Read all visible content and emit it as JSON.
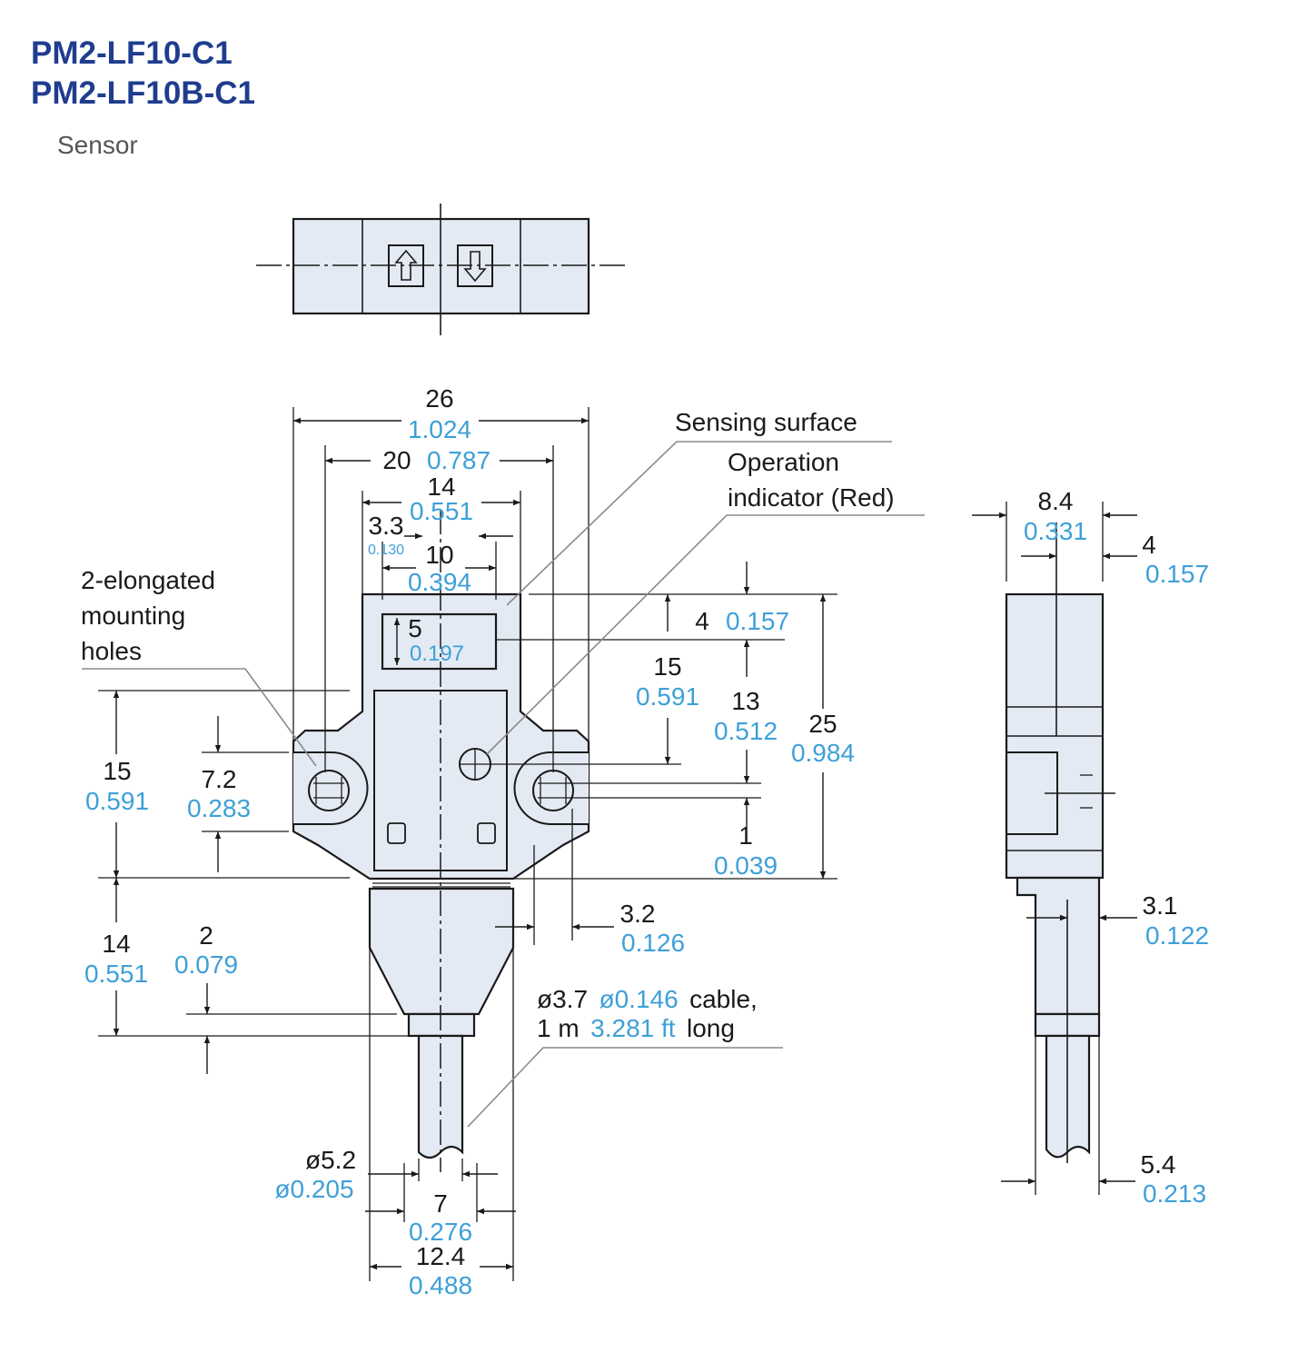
{
  "header": {
    "model_1": "PM2-LF10-C1",
    "model_2": "PM2-LF10B-C1",
    "subtitle": "Sensor"
  },
  "colors": {
    "title": "#1f3d8f",
    "inch_values": "#3ea0d8",
    "body_fill": "#e4eaf3",
    "leader_lines": "#8a8a8a"
  },
  "labels": {
    "sensing_surface": "Sensing surface",
    "operation_line1": "Operation",
    "operation_line2": "indicator (Red)",
    "holes_line1": "2-elongated",
    "holes_line2": "mounting",
    "holes_line3": "holes",
    "cable_line1_a": "ø3.7",
    "cable_line1_b": "ø0.146",
    "cable_line1_c": "cable,",
    "cable_line2_a": "1 m",
    "cable_line2_b": "3.281 ft",
    "cable_line2_c": "long"
  },
  "dims": {
    "w26": {
      "mm": "26",
      "in": "1.024"
    },
    "w20": {
      "mm": "20",
      "in": "0.787"
    },
    "w14": {
      "mm": "14",
      "in": "0.551"
    },
    "w3_3": {
      "mm": "3.3",
      "in": "0.130"
    },
    "w10": {
      "mm": "10",
      "in": "0.394"
    },
    "h5": {
      "mm": "5",
      "in": "0.197"
    },
    "h4": {
      "mm": "4",
      "in": "0.157"
    },
    "h15r": {
      "mm": "15",
      "in": "0.591"
    },
    "h13": {
      "mm": "13",
      "in": "0.512"
    },
    "h25": {
      "mm": "25",
      "in": "0.984"
    },
    "h1": {
      "mm": "1",
      "in": "0.039"
    },
    "h15l": {
      "mm": "15",
      "in": "0.591"
    },
    "h7_2": {
      "mm": "7.2",
      "in": "0.283"
    },
    "h14": {
      "mm": "14",
      "in": "0.551"
    },
    "h2": {
      "mm": "2",
      "in": "0.079"
    },
    "w3_2": {
      "mm": "3.2",
      "in": "0.126"
    },
    "d5_2": {
      "mm": "ø5.2",
      "in": "ø0.205"
    },
    "w7": {
      "mm": "7",
      "in": "0.276"
    },
    "w12_4": {
      "mm": "12.4",
      "in": "0.488"
    },
    "s8_4": {
      "mm": "8.4",
      "in": "0.331"
    },
    "s4": {
      "mm": "4",
      "in": "0.157"
    },
    "s3_1": {
      "mm": "3.1",
      "in": "0.122"
    },
    "s5_4": {
      "mm": "5.4",
      "in": "0.213"
    }
  }
}
